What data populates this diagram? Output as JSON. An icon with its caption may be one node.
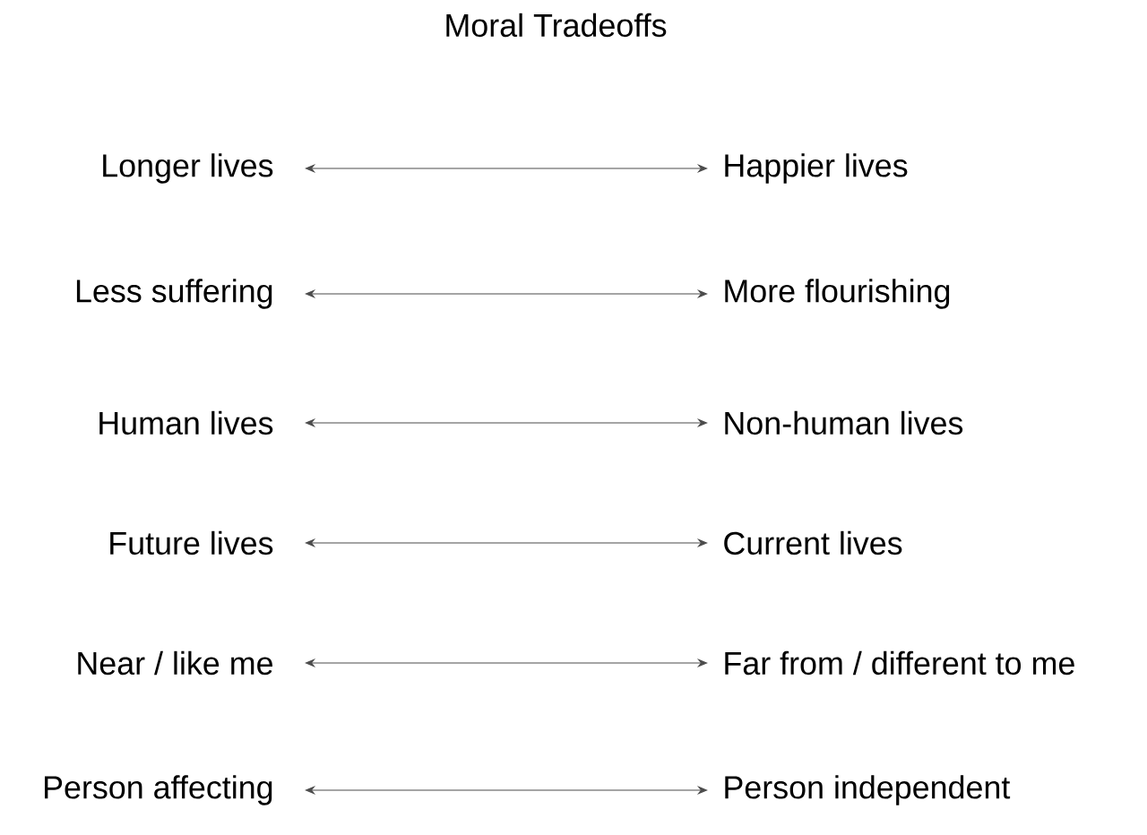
{
  "diagram": {
    "title": "Moral Tradeoffs",
    "nodes": [
      {
        "text": [
          "Longer lives"
        ]
      },
      {
        "text": [
          "Less suffering"
        ]
      },
      {
        "text": [
          "Human lives"
        ]
      },
      {
        "text": [
          "Future lives"
        ]
      },
      {
        "text": [
          "Near / like me"
        ]
      },
      {
        "text": [
          "Person affecting"
        ]
      },
      {
        "text": [
          "Happier lives"
        ]
      },
      {
        "text": [
          "More flourishing"
        ]
      },
      {
        "text": [
          "Non-human lives"
        ]
      },
      {
        "text": [
          "Current lives"
        ]
      },
      {
        "text": [
          "Far from / different to me"
        ]
      },
      {
        "text": [
          "Person independent"
        ]
      }
    ],
    "edges": [
      {
        "from": 0,
        "to": 6,
        "arrow": "both"
      },
      {
        "from": 1,
        "to": 7,
        "arrow": "both"
      },
      {
        "from": 2,
        "to": 8,
        "arrow": "both"
      },
      {
        "from": 3,
        "to": 9,
        "arrow": "both"
      },
      {
        "from": 4,
        "to": 10,
        "arrow": "both"
      },
      {
        "from": 5,
        "to": 11,
        "arrow": "both"
      }
    ]
  }
}
